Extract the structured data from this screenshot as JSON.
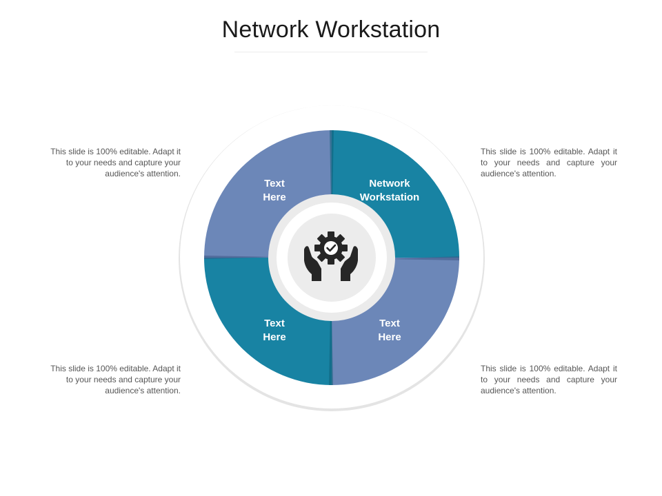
{
  "slide": {
    "title": "Network Workstation"
  },
  "quadrants": [
    {
      "id": "top-left",
      "line1": "Text",
      "line2": "Here",
      "color": "#6c87b8"
    },
    {
      "id": "top-right",
      "line1": "Network",
      "line2": "Workstation",
      "color": "#1883a3"
    },
    {
      "id": "bottom-left",
      "line1": "Text",
      "line2": "Here",
      "color": "#1883a3"
    },
    {
      "id": "bottom-right",
      "line1": "Text",
      "line2": "Here",
      "color": "#6c87b8"
    }
  ],
  "descriptions": {
    "top_left": "This slide is 100% editable. Adapt it to your needs and capture your audience's attention.",
    "top_right": "This slide is 100% editable. Adapt it to your needs and capture your audience's attention.",
    "bottom_left": "This slide is 100% editable. Adapt it to your needs and capture your audience's attention.",
    "bottom_right": "This slide is 100% editable. Adapt it to your needs and capture your audience's attention."
  },
  "center_icon": "hands-gear-check-icon"
}
